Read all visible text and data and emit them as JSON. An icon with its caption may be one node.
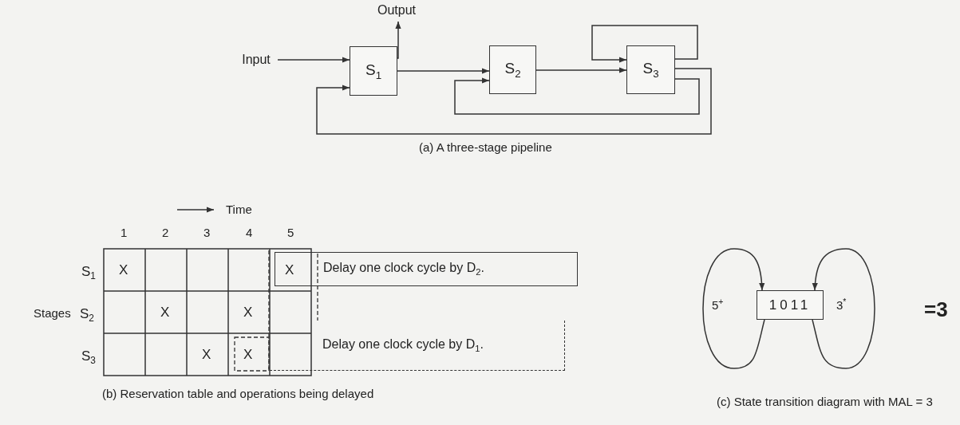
{
  "diagram": {
    "nodes": [
      {
        "text": [
          "Input"
        ]
      },
      {
        "text": [
          "Output"
        ]
      },
      {
        "text": [
          "S$_{1}$"
        ]
      },
      {
        "text": [
          "S$_{2}$"
        ]
      },
      {
        "text": [
          "S$_{3}$"
        ]
      },
      {
        "text": [
          "1011"
        ]
      },
      {
        "text": [
          "Delay one clock cycle by D$_{2}$."
        ]
      },
      {
        "text": [
          "Delay one clock cycle by D$_{1}$."
        ]
      }
    ],
    "edges": [
      {
        "from": 0,
        "to": 2,
        "arrow": "to"
      },
      {
        "from": 2,
        "to": 1,
        "arrow": "to"
      },
      {
        "from": 2,
        "to": 3,
        "arrow": "to"
      },
      {
        "from": 3,
        "to": 4,
        "arrow": "to"
      },
      {
        "from": 4,
        "to": 4,
        "arrow": "to"
      },
      {
        "from": 4,
        "to": 3,
        "arrow": "to"
      },
      {
        "from": 4,
        "to": 2,
        "arrow": "to"
      },
      {
        "from": 5,
        "to": 5,
        "arrow": "to",
        "label": "5$^{+}$"
      },
      {
        "from": 5,
        "to": 5,
        "arrow": "to",
        "label": "3$^{*}$"
      }
    ],
    "labels": [
      "(a) A three-stage pipeline",
      "Time",
      "1",
      "2",
      "3",
      "4",
      "5",
      "S$_{1}$",
      "X",
      "X",
      "Stages",
      "S$_{2}$",
      "X",
      "X",
      "S$_{3}$",
      "X",
      "X",
      "(b) Reservation table and operations being delayed",
      "=3",
      "(c) State transition diagram with MAL = 3"
    ]
  }
}
